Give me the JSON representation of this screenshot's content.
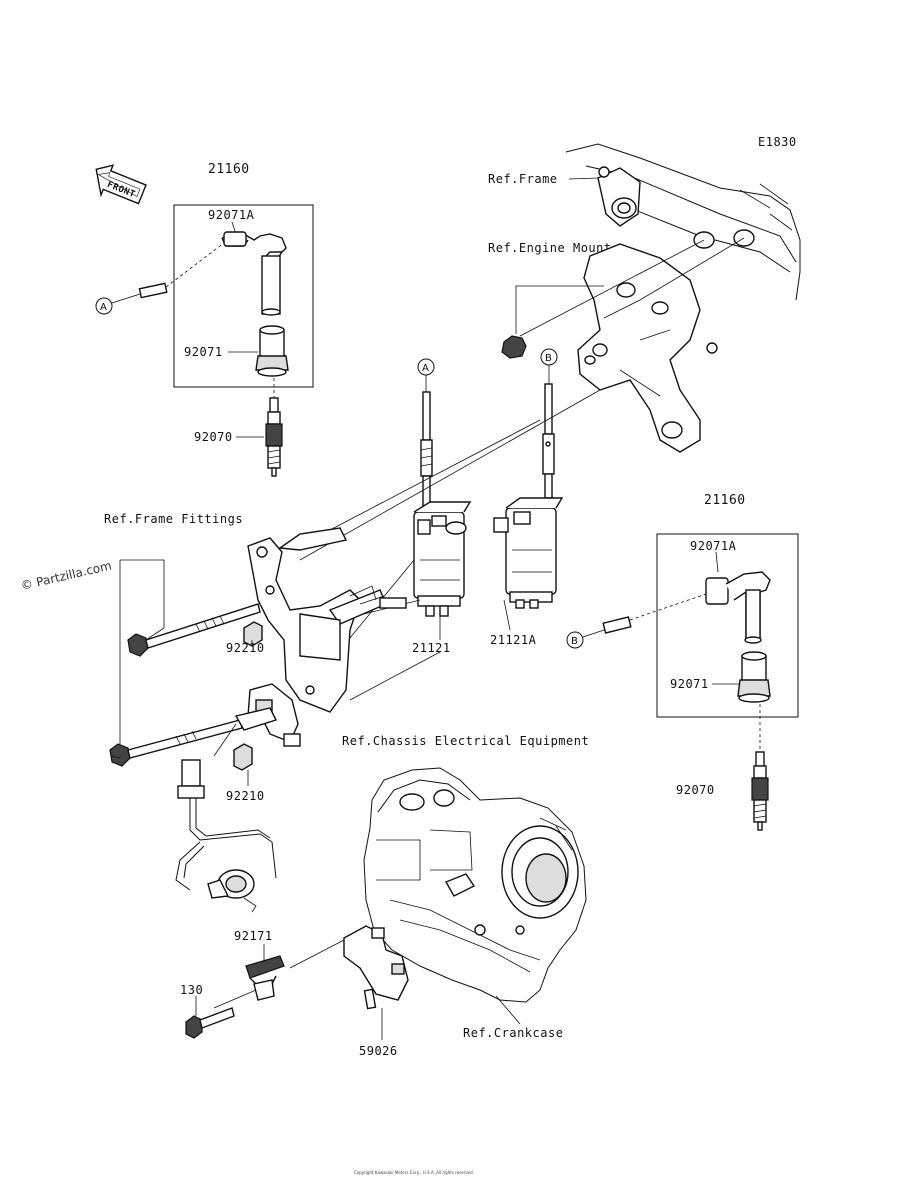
{
  "diagram_code": "E1830",
  "front_label": "FRONT",
  "watermark": "© Partzilla.com",
  "refs": {
    "frame": "Ref.Frame",
    "engine_mount": "Ref.Engine Mount",
    "frame_fittings": "Ref.Frame Fittings",
    "chassis_electrical": "Ref.Chassis Electrical Equipment",
    "crankcase": "Ref.Crankcase"
  },
  "parts": {
    "cap_assy_left": "21160",
    "cap_left": "92071A",
    "cap_seal_left": "92071",
    "plug_left": "92070",
    "cap_assy_right": "21160",
    "cap_right": "92071A",
    "cap_seal_right": "92071",
    "plug_right": "92070",
    "coil_1": "21121",
    "coil_2": "21121A",
    "nut_upper": "92210",
    "nut_lower": "92210",
    "clamp": "92171",
    "bolt": "130",
    "sensor": "59026"
  },
  "connectors": {
    "a": "A",
    "b": "B"
  },
  "copyright": "Copyright Kawasaki Motors Corp., U.S.A. All rights reserved."
}
